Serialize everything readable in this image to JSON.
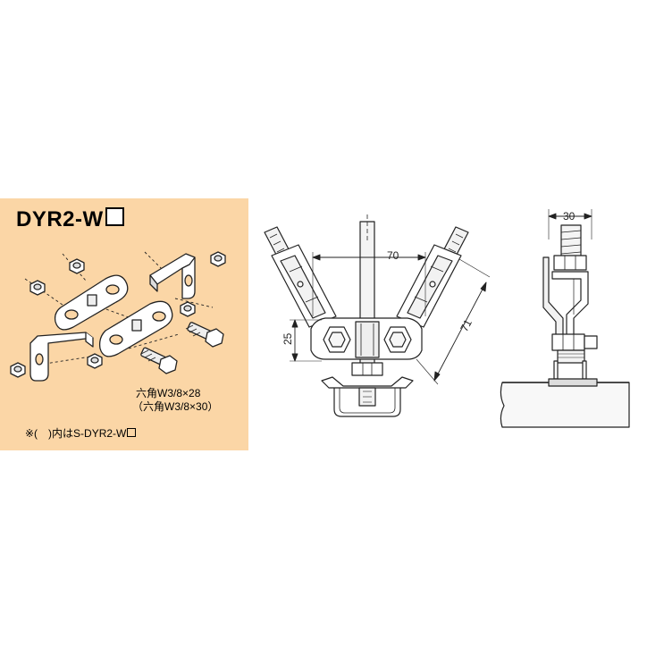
{
  "product": {
    "code": "DYR2-W",
    "bolt_spec": "六角W3/8×28",
    "bolt_spec_alt": "（六角W3/8×30）",
    "footnote": "※(　)内はS-DYR2-W"
  },
  "front_view": {
    "dim_width": "70",
    "dim_height": "25",
    "dim_slant": "71"
  },
  "side_view": {
    "dim_width": "30"
  },
  "colors": {
    "panel_background": "#fbd6a6",
    "line": "#222222"
  }
}
